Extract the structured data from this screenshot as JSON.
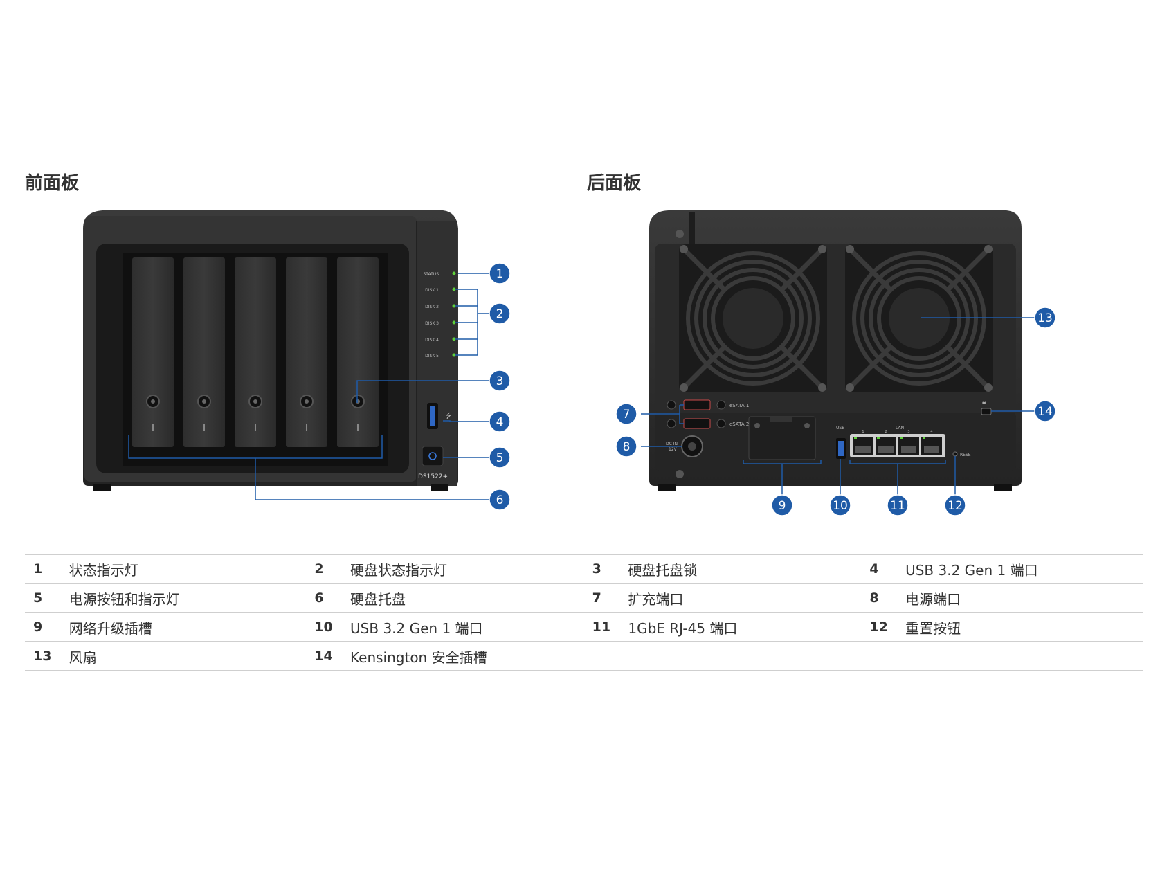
{
  "front": {
    "title": "前面板",
    "led_labels": [
      "STATUS",
      "DISK 1",
      "DISK 2",
      "DISK 3",
      "DISK 4",
      "DISK 5"
    ],
    "model": "DS1522+",
    "callouts": [
      "1",
      "2",
      "3",
      "4",
      "5",
      "6"
    ]
  },
  "rear": {
    "title": "后面板",
    "labels": {
      "esata1": "eSATA 1",
      "esata2": "eSATA 2",
      "dc_in": "DC IN",
      "dc_v": "12V",
      "usb": "USB",
      "lan": "LAN",
      "reset": "RESET",
      "ports": [
        "1",
        "2",
        "3",
        "4"
      ]
    },
    "callouts": [
      "7",
      "8",
      "9",
      "10",
      "11",
      "12",
      "13",
      "14"
    ]
  },
  "legend": [
    [
      {
        "num": "1",
        "label": "状态指示灯"
      },
      {
        "num": "2",
        "label": "硬盘状态指示灯"
      },
      {
        "num": "3",
        "label": "硬盘托盘锁"
      },
      {
        "num": "4",
        "label": "USB 3.2 Gen 1 端口"
      }
    ],
    [
      {
        "num": "5",
        "label": "电源按钮和指示灯"
      },
      {
        "num": "6",
        "label": "硬盘托盘"
      },
      {
        "num": "7",
        "label": "扩充端口"
      },
      {
        "num": "8",
        "label": "电源端口"
      }
    ],
    [
      {
        "num": "9",
        "label": "网络升级插槽"
      },
      {
        "num": "10",
        "label": "USB 3.2 Gen 1 端口"
      },
      {
        "num": "11",
        "label": "1GbE RJ-45 端口"
      },
      {
        "num": "12",
        "label": "重置按钮"
      }
    ],
    [
      {
        "num": "13",
        "label": "风扇"
      },
      {
        "num": "14",
        "label": "Kensington 安全插槽"
      },
      {
        "num": "",
        "label": ""
      },
      {
        "num": "",
        "label": ""
      }
    ]
  ],
  "colors": {
    "callout": "#1f5ba7",
    "device": "#2b2b2b",
    "led": "#5fd03a",
    "rule": "#cfcfcf"
  }
}
